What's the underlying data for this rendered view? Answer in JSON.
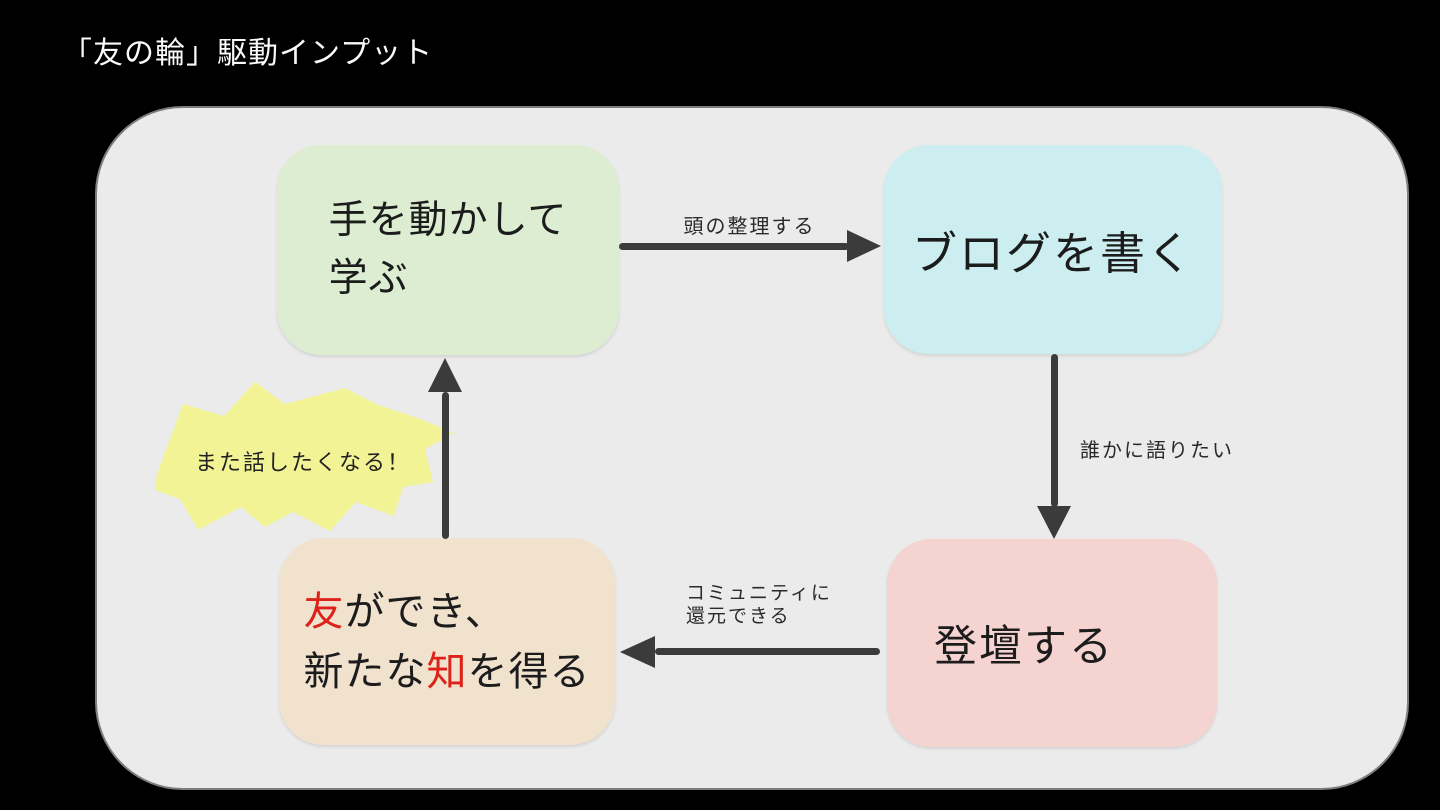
{
  "slide": {
    "title": "「友の輪」駆動インプット"
  },
  "nodes": {
    "learn": {
      "line1": "手を動かして",
      "line2": "学ぶ",
      "color": "#dcedd2"
    },
    "blog": {
      "label": "ブログを書く",
      "color": "#cdeef0"
    },
    "present": {
      "label": "登壇する",
      "color": "#f5d3d0"
    },
    "friends": {
      "red1": "友",
      "t1": "ができ、",
      "t2": "新たな",
      "red2": "知",
      "t3": "を得る",
      "color": "#f1e2ce"
    }
  },
  "edges": {
    "learn_to_blog": {
      "label": "頭の整理する",
      "direction": "right"
    },
    "blog_to_present": {
      "label": "誰かに語りたい",
      "direction": "down"
    },
    "present_to_friends": {
      "label_line1": "コミュニティに",
      "label_line2": "還元できる",
      "direction": "left"
    },
    "friends_to_learn": {
      "label": "",
      "direction": "up"
    }
  },
  "callout": {
    "label": "また話したくなる！",
    "color": "#f1f394"
  },
  "colors": {
    "page_background": "#000000",
    "canvas_background": "#ebebeb",
    "arrow": "#3b3b3b",
    "accent_red": "#dd2319",
    "title_text": "#fafafa",
    "node_text": "#1c1c1c"
  }
}
